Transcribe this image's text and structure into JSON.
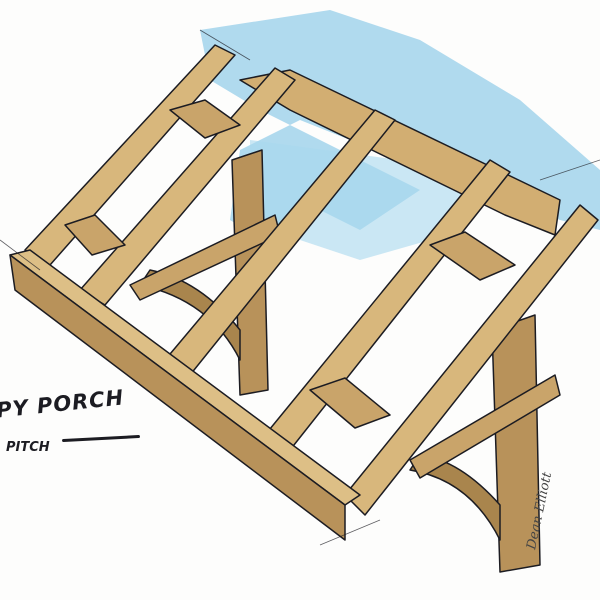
{
  "drawing": {
    "caption_title": "PY PORCH",
    "caption_subtitle": "PITCH",
    "signature": "Dean Elliott",
    "colors": {
      "timber": "#c9a46a",
      "timber_light": "#ddbf86",
      "timber_dark": "#9b7a45",
      "sky_wash": "#8fcbe8",
      "ink": "#1c1c22"
    }
  }
}
